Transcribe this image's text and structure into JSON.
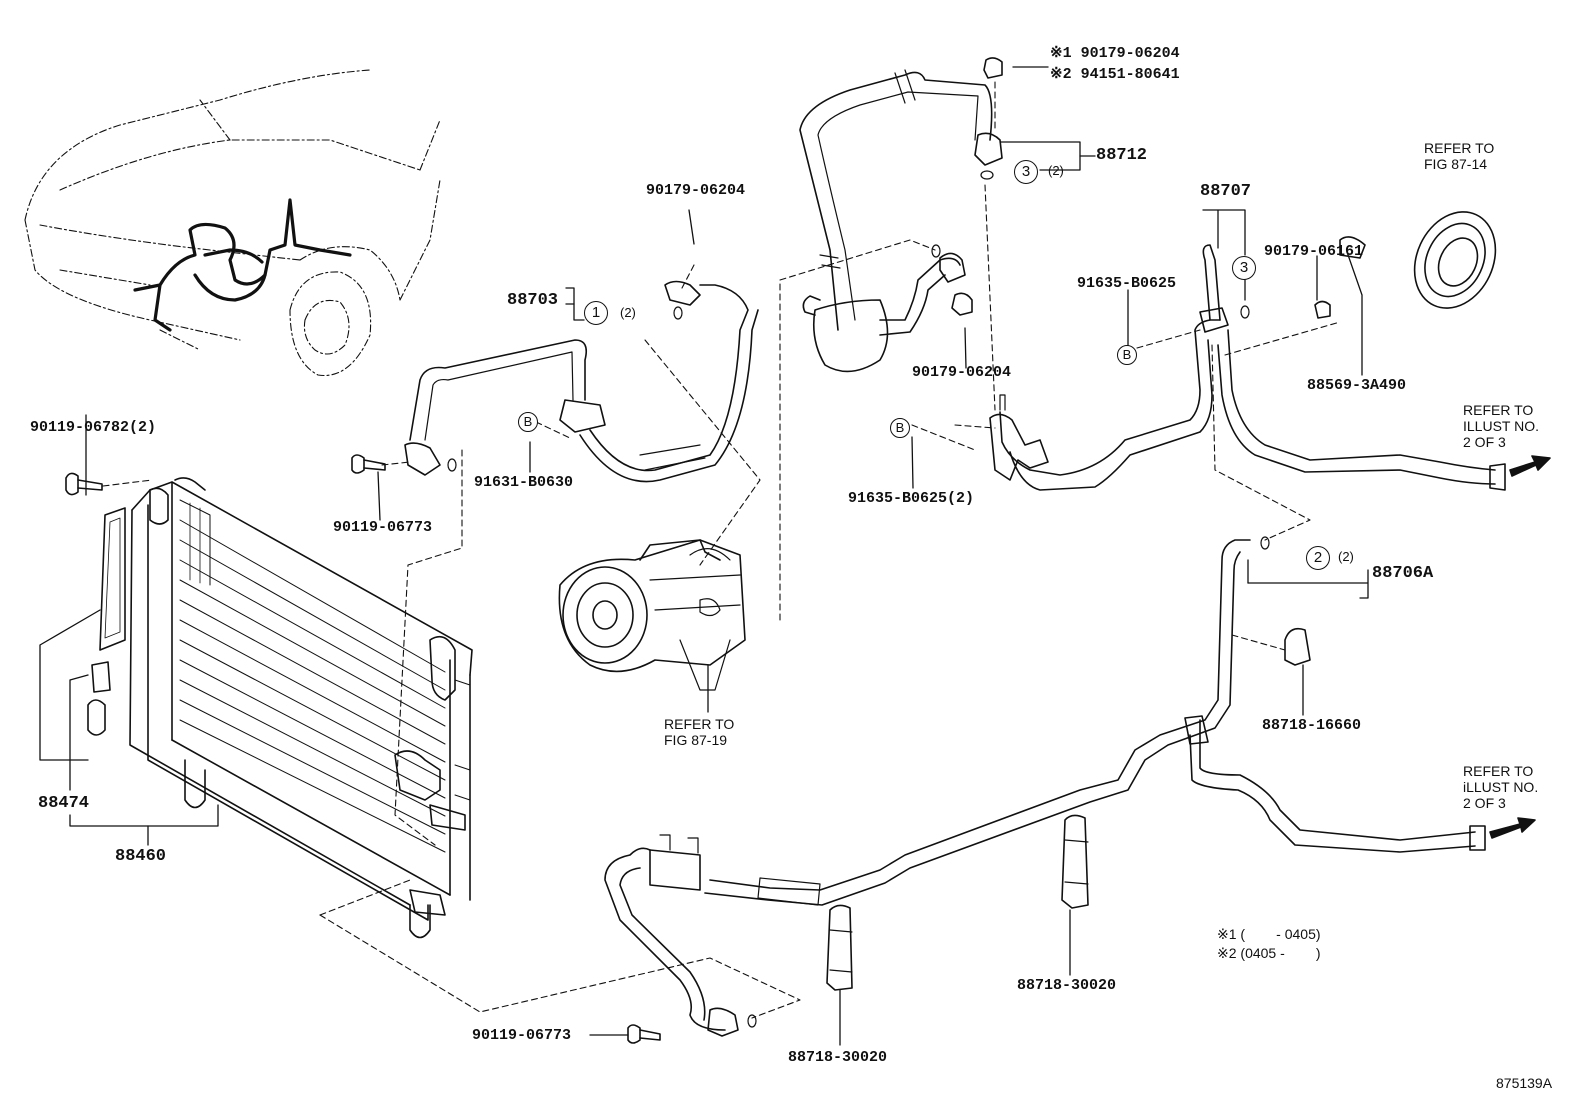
{
  "labels": {
    "p_90179_06204_ref": "※1 90179-06204",
    "p_94151_80641_ref": "※2 94151-80641",
    "p_88712": "88712",
    "p_88707": "88707",
    "refer_87_14": "REFER TO\nFIG 87-14",
    "p_90179_06204_a": "90179-06204",
    "p_88703": "88703",
    "p_90179_06161": "90179-06161",
    "p_91635_b0625": "91635-B0625",
    "p_90179_06204_b": "90179-06204",
    "p_88569_3a490": "88569-3A490",
    "refer_illust_1": "REFER TO\nILLUST NO.\n2 OF 3",
    "p_90119_06782": "90119-06782(2)",
    "p_91631_b0630": "91631-B0630",
    "p_91635_b0625_2": "91635-B0625(2)",
    "p_90119_06773_a": "90119-06773",
    "p_88706a": "88706A",
    "refer_87_19": "REFER TO\nFIG 87-19",
    "p_88718_16660": "88718-16660",
    "refer_illust_2": "REFER TO\niLLUST NO.\n2 OF 3",
    "p_88474": "88474",
    "p_88460": "88460",
    "note_1": "※1 (        - 0405)",
    "note_2": "※2 (0405 -        )",
    "p_88718_30020_a": "88718-30020",
    "p_90119_06773_b": "90119-06773",
    "p_88718_30020_b": "88718-30020",
    "figure_id": "875139A"
  },
  "callouts": {
    "c1": "1",
    "c2": "2",
    "c3a": "3",
    "c3b": "3",
    "qty_1": "(2)",
    "qty_2": "(2)",
    "qty_3": "(2)",
    "b1": "B",
    "b2": "B",
    "b3": "B"
  }
}
